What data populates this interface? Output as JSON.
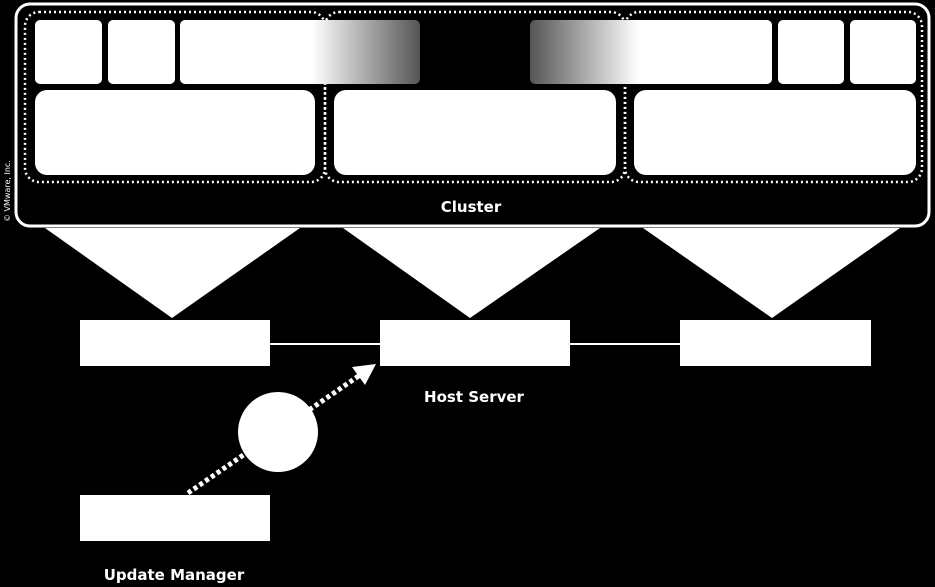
{
  "labels": {
    "cluster": "Cluster",
    "host_server": "Host Server",
    "update_manager": "Update Manager",
    "copyright": "© VMware, Inc."
  },
  "colors": {
    "background": "#000000",
    "foreground": "#ffffff"
  },
  "icons": {
    "patch": "circle"
  }
}
